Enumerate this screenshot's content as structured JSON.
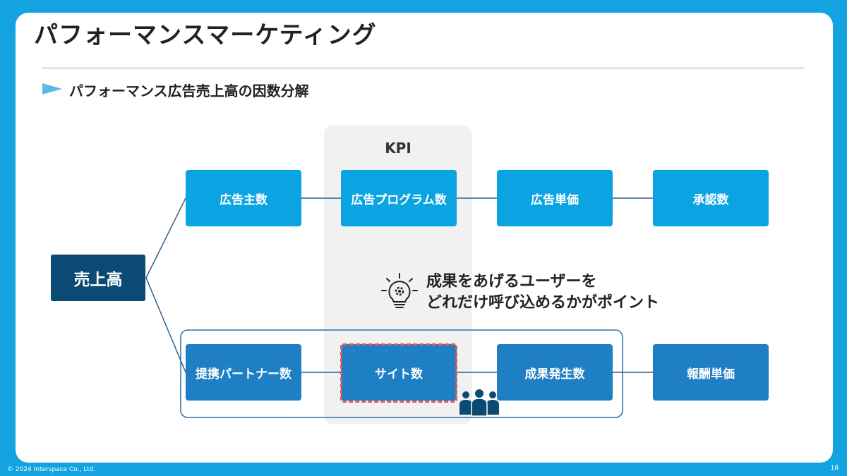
{
  "title": "パフォーマンスマーケティング",
  "subtitle": "パフォーマンス広告売上高の因数分解",
  "kpi_label": "KPI",
  "root": "売上高",
  "top_row": [
    "広告主数",
    "広告プログラム数",
    "広告単価",
    "承認数"
  ],
  "bottom_row": [
    "提携パートナー数",
    "サイト数",
    "成果発生数",
    "報酬単価"
  ],
  "insight": {
    "line1": "成果をあげるユーザーを",
    "line2": "どれだけ呼び込めるかがポイント"
  },
  "icons": {
    "insight": "lightbulb-gear-icon",
    "users": "people-group-icon"
  },
  "colors": {
    "background": "#12a3e0",
    "box_light": "#0aa4e2",
    "box_dark": "#1f7fc4",
    "root": "#0b4a73",
    "highlight_dash": "#e05a5a",
    "group_outline": "#2f6fa8"
  },
  "footer": {
    "copyright": "© 2024 Interspace Co., Ltd.",
    "page": "18"
  }
}
